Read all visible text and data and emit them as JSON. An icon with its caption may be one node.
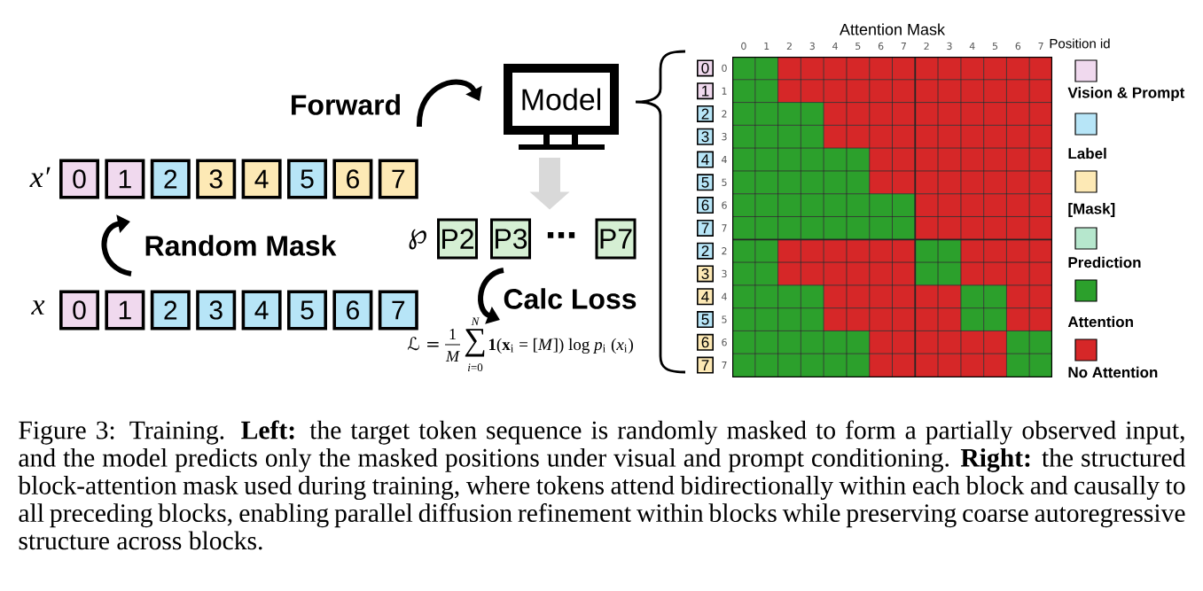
{
  "diagram": {
    "caption": "Figure 3: Training. **Left:** the target token sequence is randomly masked to form a partially observed input, and the model predicts only the masked positions under visual and prompt conditioning. **Right:** the structured block-attention mask used during training, where tokens attend bidirectionally within each block and causally to all preceding blocks, enabling parallel diffusion refinement within blocks while preserving coarse autoregressive structure across blocks.",
    "nodes": [
      {
        "text": [
          "Model"
        ]
      },
      {
        "text": [
          "0"
        ]
      },
      {
        "text": [
          "1"
        ]
      },
      {
        "text": [
          "2"
        ]
      },
      {
        "text": [
          "3"
        ]
      },
      {
        "text": [
          "4"
        ]
      },
      {
        "text": [
          "5"
        ]
      },
      {
        "text": [
          "6"
        ]
      },
      {
        "text": [
          "7"
        ]
      },
      {
        "text": [
          "P2"
        ]
      },
      {
        "text": [
          "P3"
        ]
      },
      {
        "text": [
          "P7"
        ]
      },
      {
        "text": [
          "0"
        ]
      },
      {
        "text": [
          "1"
        ]
      },
      {
        "text": [
          "2"
        ]
      },
      {
        "text": [
          "3"
        ]
      },
      {
        "text": [
          "4"
        ]
      },
      {
        "text": [
          "5"
        ]
      },
      {
        "text": [
          "6"
        ]
      },
      {
        "text": [
          "7"
        ]
      },
      {
        "text": [
          "Attention Mask"
        ],
        "beside": [
          "0",
          "1",
          "2",
          "3",
          "4",
          "5",
          "6",
          "7",
          "2",
          "3",
          "4",
          "5",
          "6",
          "7",
          "0",
          "1",
          "2",
          "3",
          "4",
          "5",
          "6",
          "7",
          "2",
          "3",
          "4",
          "5",
          "6",
          "7"
        ]
      },
      {
        "text": [
          "0"
        ]
      },
      {
        "text": [
          "1"
        ]
      },
      {
        "text": [
          "2"
        ]
      },
      {
        "text": [
          "3"
        ]
      },
      {
        "text": [
          "4"
        ]
      },
      {
        "text": [
          "5"
        ]
      },
      {
        "text": [
          "6"
        ]
      },
      {
        "text": [
          "7"
        ]
      },
      {
        "text": [
          "2"
        ]
      },
      {
        "text": [
          "3"
        ]
      },
      {
        "text": [
          "4"
        ]
      },
      {
        "text": [
          "5"
        ]
      },
      {
        "text": [
          "6"
        ]
      },
      {
        "text": [
          "7"
        ]
      }
    ],
    "edges": [
      {
        "from": 0,
        "to": 10,
        "arrow": "to",
        "color": "#d9d9d9"
      }
    ],
    "labels": [
      "Forward",
      "x′",
      "Random Mask",
      "℘",
      "⋯",
      "Calc Loss",
      "x",
      "ℒ =",
      "1",
      "M",
      "N",
      "∑",
      "*i*=0",
      "**1**(**x**$_{i}$ = [*M*]) log *p*$_{i}$ (*x*$_{i}$)",
      "Position id"
    ],
    "legend": [
      {
        "text": "Vision & Prompt",
        "color": "#f0d9ee"
      },
      {
        "text": "Label",
        "color": "#b7e5f7"
      },
      {
        "text": "[Mask]",
        "color": "#fde9b5"
      },
      {
        "text": "Prediction",
        "color": "#b6e7cd"
      },
      {
        "text": "Attention",
        "color": "#2ca02c"
      },
      {
        "text": "No Attention",
        "color": "#d62728"
      }
    ]
  }
}
